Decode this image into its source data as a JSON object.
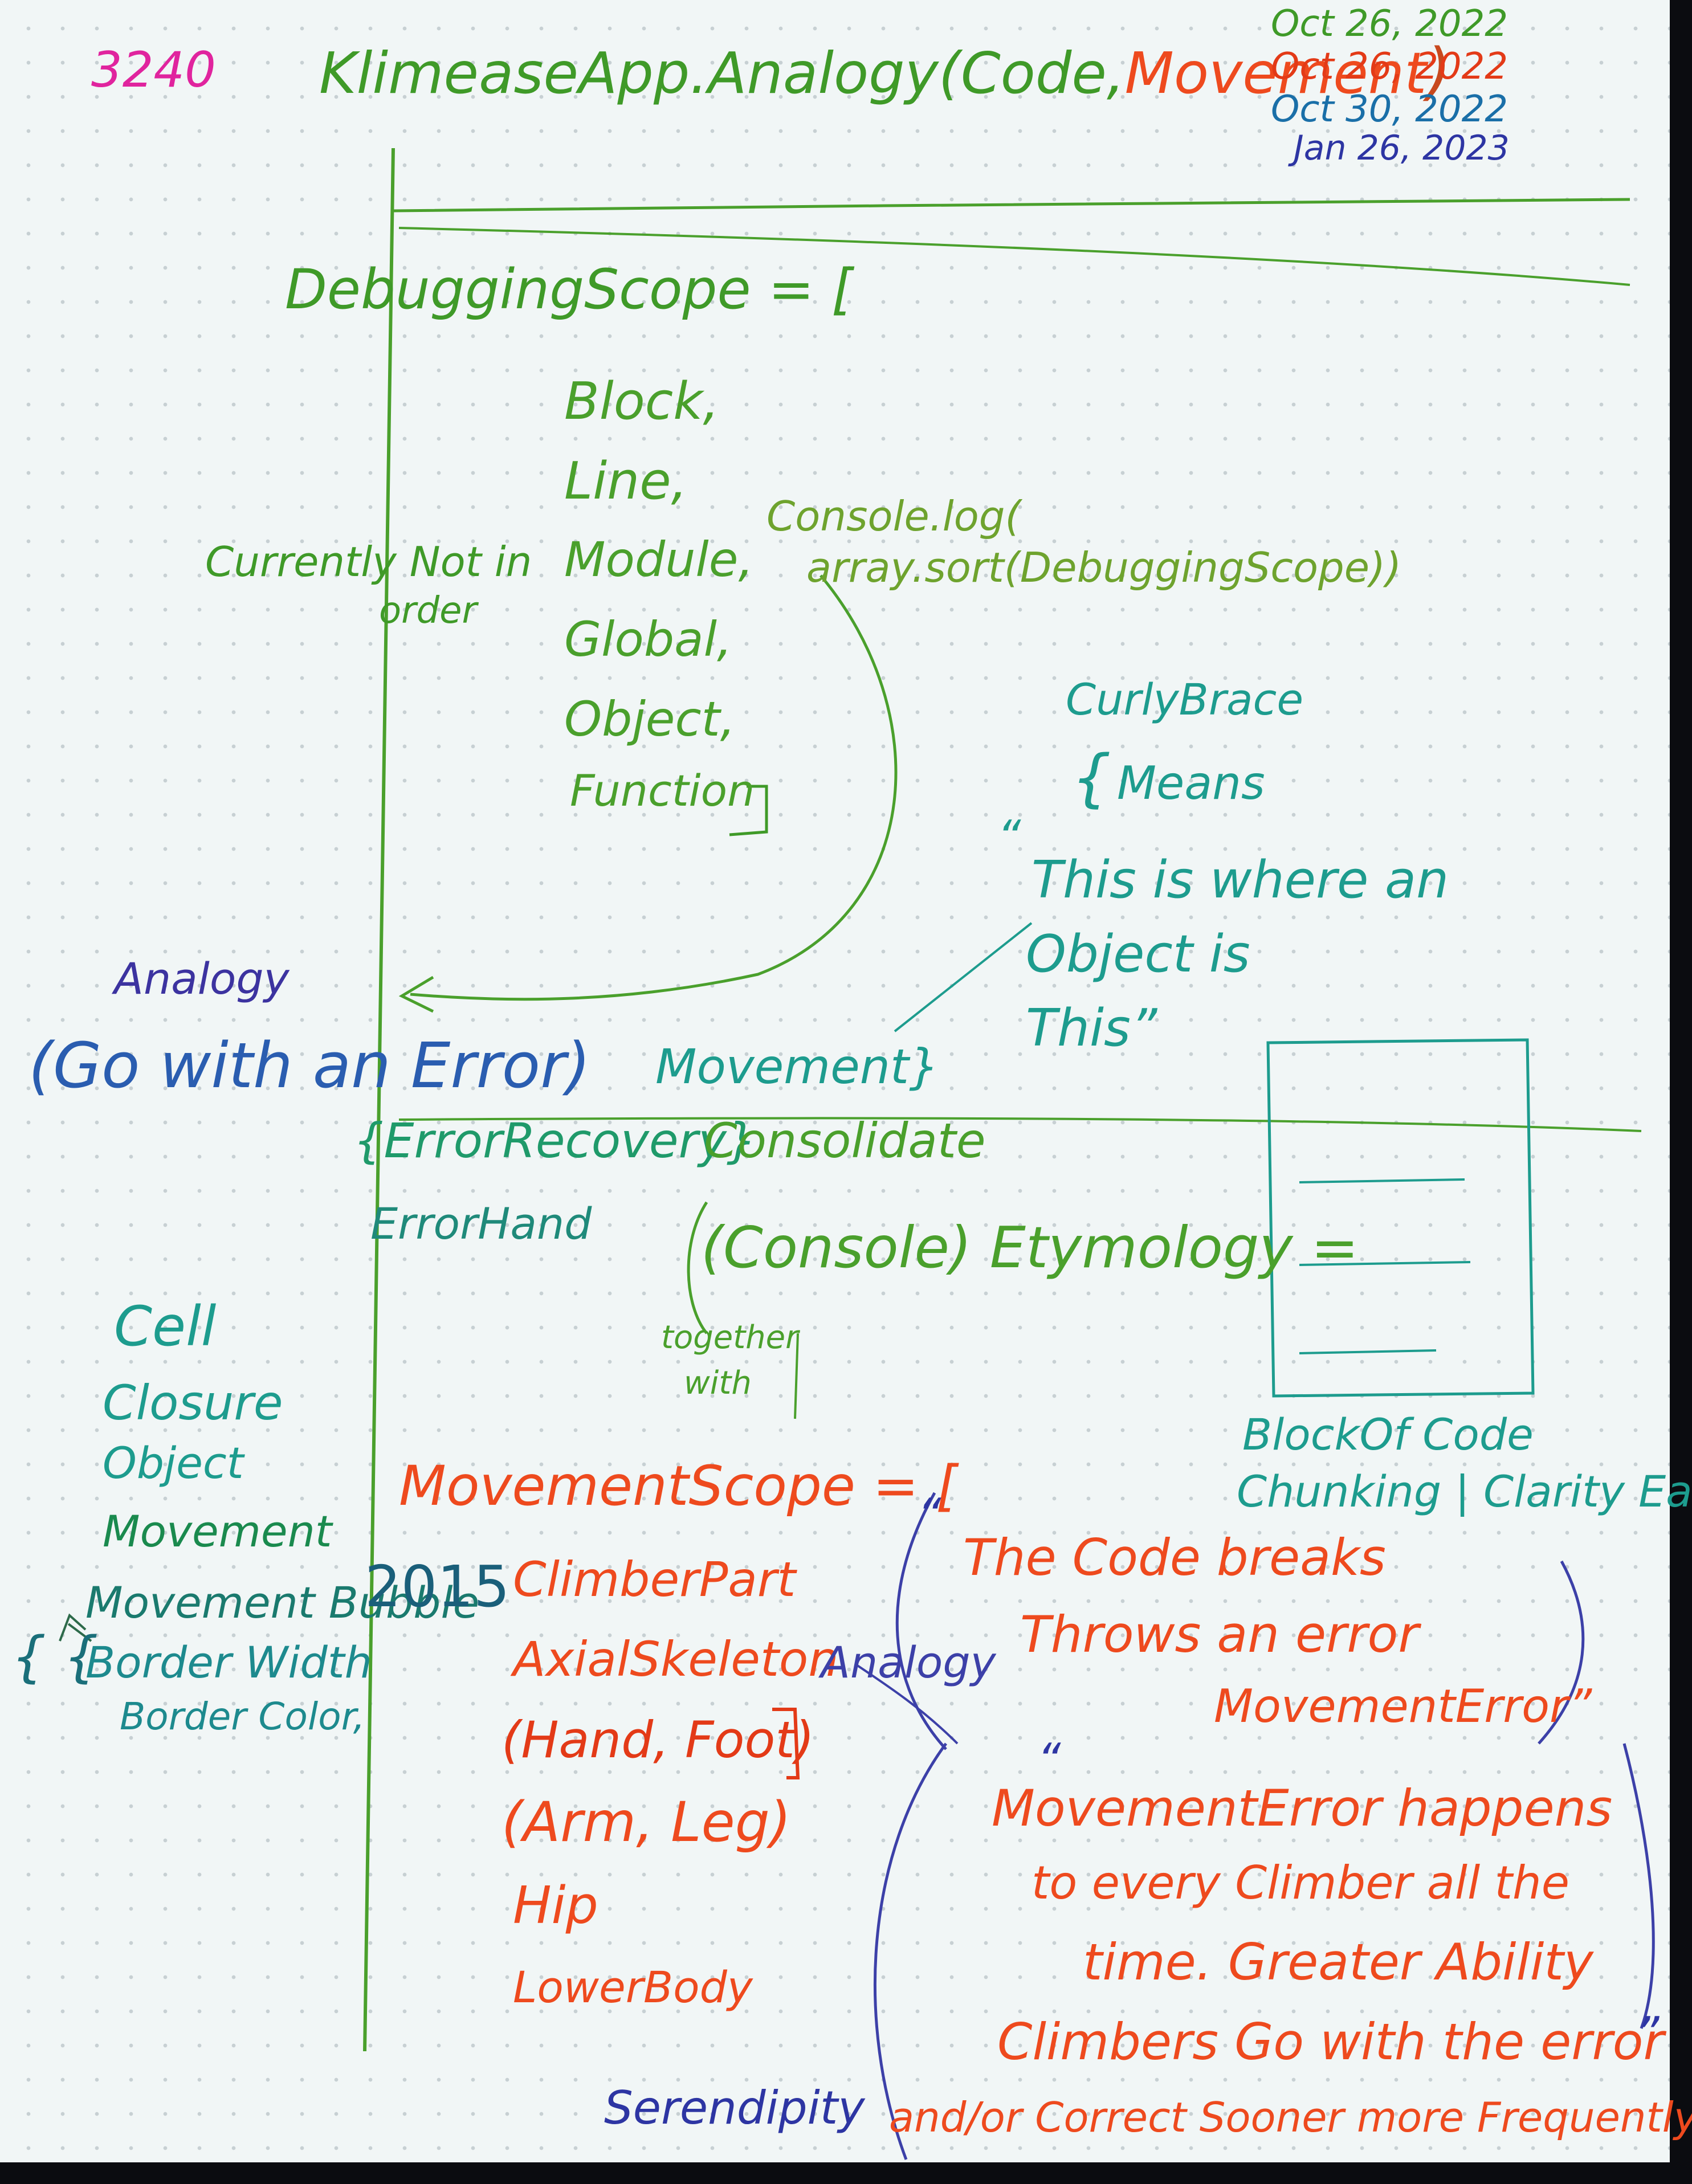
{
  "colors": {
    "green": "#3f9a28",
    "teal": "#1d9c8e",
    "orange": "#ee4a1e",
    "red": "#e33a17",
    "navy": "#2d35a3",
    "magenta": "#e0249e",
    "dark_green": "#2e7d1e",
    "violet": "#4a3aa0"
  },
  "header": {
    "page_number": "3240",
    "title_prefix": "KlimeaseApp.Analogy(",
    "title_code": "Code,",
    "title_movement": "Movement",
    "title_close": ")",
    "dates": [
      "Oct 26, 2022",
      "Oct 26, 2022",
      "Oct 30, 2022",
      "Jan 26, 2023"
    ]
  },
  "debugging": {
    "declaration": "DebuggingScope = [",
    "items": [
      "Block,",
      "Line,",
      "Module,",
      "Global,",
      "Object,",
      "Function"
    ],
    "close": "]",
    "note_line1": "Currently Not in",
    "note_line2": "order",
    "console_line1": "Console.log(",
    "console_line2": "array.sort(DebuggingScope))"
  },
  "curly_brace": {
    "title": "CurlyBrace",
    "symbol": "{",
    "means": "Means",
    "quote_open": "“",
    "quote_line1": "This is where an",
    "quote_line2": "Object is",
    "quote_line3": "This”"
  },
  "analogy_section": {
    "label": "Analogy",
    "go_with": "(Go with an Error)",
    "error_recovery": "{ErrorRecovery}",
    "error_hand": "ErrorHand",
    "movement": "Movement}",
    "consolidate": "Consolidate",
    "console_etymology": "(Console) Etymology =",
    "together_line1": "together",
    "together_line2": "with"
  },
  "block_of_code": {
    "line1": "BlockOf Code",
    "line2": "Chunking | Clarity Ease."
  },
  "left_list": {
    "items": [
      "Cell",
      "Closure",
      "Object",
      "Movement",
      "Movement Bubble"
    ],
    "year": "2015",
    "braces": "{ {",
    "border_width": "Border Width",
    "border_color": "Border Color,"
  },
  "movement_scope": {
    "declaration": "MovementScope = [",
    "items": [
      "ClimberPart",
      "AxialSkeleton",
      "(Hand, Foot)",
      "(Arm, Leg)",
      "Hip",
      "LowerBody"
    ],
    "analogy": "Analogy",
    "serendipity": "Serendipity"
  },
  "quote_code_breaks": {
    "open": "“",
    "line1": "The Code breaks",
    "line2": "Throws an error",
    "line3": "MovementError”"
  },
  "quote_movement_error": {
    "open": "“",
    "line1": "MovementError happens",
    "line2": "to every Climber all the",
    "line3": "time. Greater Ability",
    "line4": "Climbers Go with the error",
    "line5": "and/or Correct Sooner more Frequently",
    "close": "”"
  }
}
